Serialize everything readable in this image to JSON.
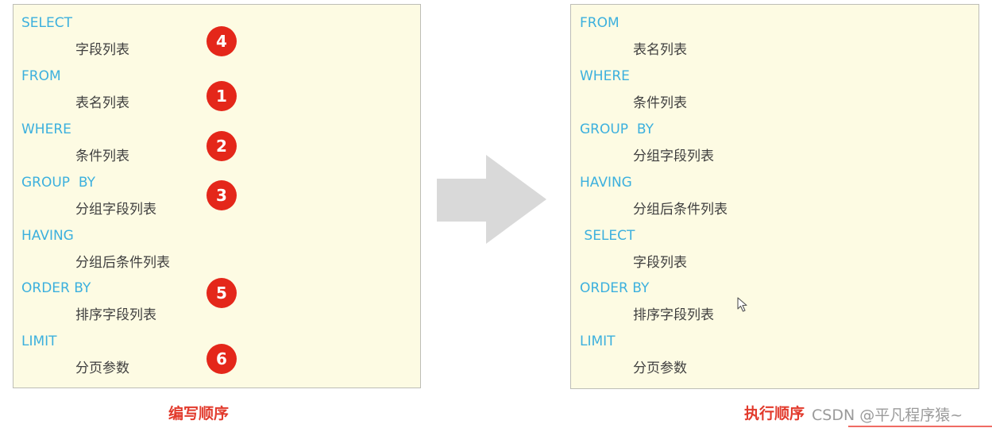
{
  "write_order": {
    "caption": "编写顺序",
    "rows": [
      {
        "keyword": "SELECT",
        "item": "字段列表",
        "badge": "4"
      },
      {
        "keyword": "FROM",
        "item": "表名列表",
        "badge": "1"
      },
      {
        "keyword": "WHERE",
        "item": "条件列表",
        "badge": "2"
      },
      {
        "keyword": "GROUP  BY",
        "item": "分组字段列表",
        "badge": "3"
      },
      {
        "keyword": "HAVING",
        "item": "分组后条件列表",
        "badge": null
      },
      {
        "keyword": "ORDER BY",
        "item": "排序字段列表",
        "badge": "5"
      },
      {
        "keyword": "LIMIT",
        "item": "分页参数",
        "badge": "6"
      }
    ]
  },
  "exec_order": {
    "caption": "执行顺序",
    "rows": [
      {
        "keyword": "FROM",
        "item": "表名列表"
      },
      {
        "keyword": "WHERE",
        "item": "条件列表"
      },
      {
        "keyword": "GROUP  BY",
        "item": "分组字段列表"
      },
      {
        "keyword": "HAVING",
        "item": "分组后条件列表"
      },
      {
        "keyword": " SELECT",
        "item": "字段列表"
      },
      {
        "keyword": "ORDER BY",
        "item": "排序字段列表"
      },
      {
        "keyword": "LIMIT",
        "item": "分页参数"
      }
    ]
  },
  "watermark": "CSDN @平凡程序猿~",
  "colors": {
    "keyword": "#3cb0de",
    "item": "#3f3f3f",
    "badge": "#e4271a",
    "caption": "#e23a2c",
    "panel_bg": "#fdfbe3",
    "arrow": "#d9d9d9"
  },
  "icons": [
    "right-arrow-icon",
    "mouse-cursor-icon"
  ]
}
